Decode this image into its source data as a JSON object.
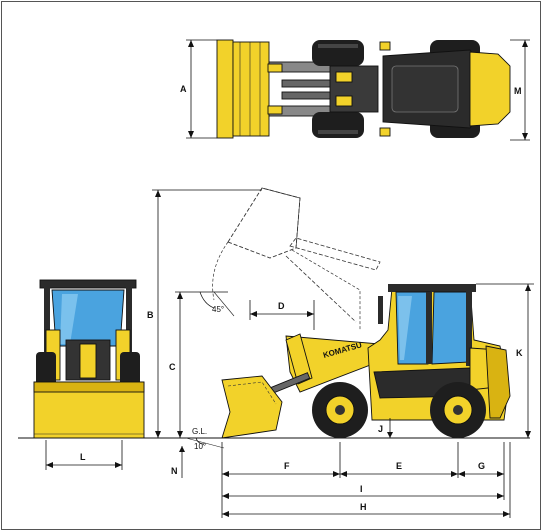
{
  "colors": {
    "machine_yellow": "#f2d22a",
    "yellow_shade": "#d9b312",
    "dark": "#2b2b2b",
    "tire": "#1e1e1e",
    "glass": "#4aa3df",
    "border": "#555555"
  },
  "labels": {
    "A": "A",
    "B": "B",
    "C": "C",
    "D": "D",
    "E": "E",
    "F": "F",
    "G": "G",
    "H": "H",
    "I": "I",
    "J": "J",
    "K": "K",
    "L": "L",
    "M": "M",
    "N": "N"
  },
  "annotations": {
    "dump_angle": "45°",
    "ground_line": "G.L.",
    "tilt_angle": "10°",
    "brand": "KOMATSU"
  }
}
